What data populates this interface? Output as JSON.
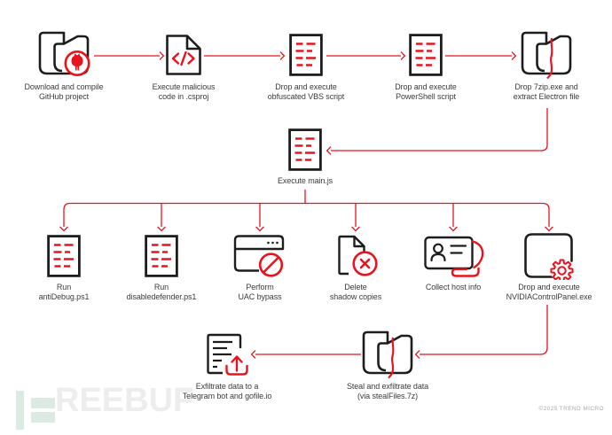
{
  "palette": {
    "accent_red": "#e8131d",
    "icon_black": "#1d1d1b",
    "label_text": "#3c3c3c",
    "watermark_green": "#dcebe2",
    "watermark_gray": "#ededed",
    "copyright_gray": "#a9a9a9"
  },
  "flow": {
    "row1": [
      {
        "icon": "github-file-icon",
        "line1": "Download and compile",
        "line2": "GitHub project"
      },
      {
        "icon": "code-file-icon",
        "line1": "Execute malicious",
        "line2": "code in .csproj"
      },
      {
        "icon": "script-file-icon",
        "line1": "Drop and execute",
        "line2": "obfuscated VBS script"
      },
      {
        "icon": "script-file-icon",
        "line1": "Drop and execute",
        "line2": "PowerShell script"
      },
      {
        "icon": "archive-extract-icon",
        "line1": "Drop 7zip.exe and",
        "line2": "extract Electron file"
      }
    ],
    "main": {
      "icon": "script-file-icon",
      "label": "Execute main.js"
    },
    "row3": [
      {
        "icon": "script-file-icon",
        "line1": "Run",
        "line2": "antiDebug.ps1"
      },
      {
        "icon": "script-file-icon",
        "line1": "Run",
        "line2": "disabledefender.ps1"
      },
      {
        "icon": "uac-bypass-icon",
        "line1": "Perform",
        "line2": "UAC bypass"
      },
      {
        "icon": "delete-file-icon",
        "line1": "Delete",
        "line2": "shadow copies"
      },
      {
        "icon": "id-card-icon",
        "line1": "Collect host info",
        "line2": ""
      },
      {
        "icon": "app-gear-icon",
        "line1": "Drop and execute",
        "line2": "NVIDIAControlPanel.exe"
      }
    ],
    "bottom": [
      {
        "icon": "upload-document-icon",
        "line1": "Exfiltrate data to a",
        "line2": "Telegram bot and gofile.io"
      },
      {
        "icon": "archive-extract-icon",
        "line1": "Steal and exfiltrate data",
        "line2": "(via stealFiles.7z)"
      }
    ]
  },
  "watermark": {
    "text": "REEBUF"
  },
  "footer": {
    "copyright": "©2025 TREND MICRO"
  }
}
